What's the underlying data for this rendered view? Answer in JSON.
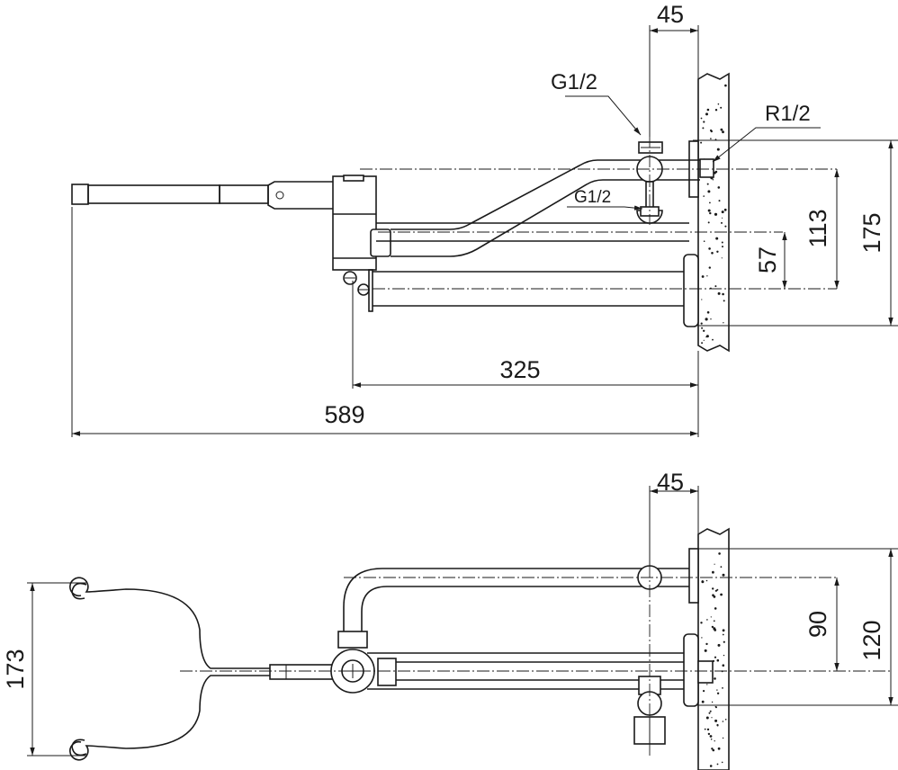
{
  "top_view": {
    "dims": {
      "d45": "45",
      "d325": "325",
      "d589": "589",
      "d57": "57",
      "d113": "113",
      "d175": "175"
    },
    "labels": {
      "inlet_g12": "G1/2",
      "outlet_g12": "G1/2",
      "wall_r12": "R1/2"
    }
  },
  "side_view": {
    "dims": {
      "d45": "45",
      "d90": "90",
      "d120": "120",
      "d173": "173"
    }
  },
  "colors": {
    "line": "#1a1a1a",
    "background": "#ffffff"
  }
}
